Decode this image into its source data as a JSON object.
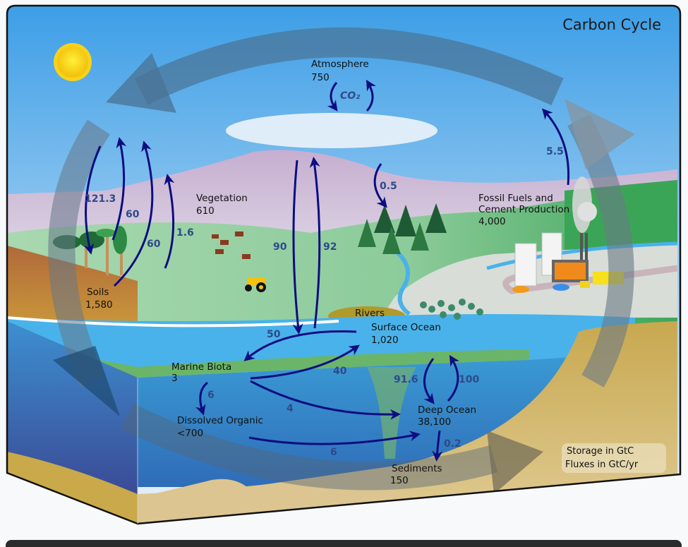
{
  "title": "Carbon Cycle",
  "colors": {
    "sky_top": "#3b9de6",
    "sky_bottom": "#e6f0fa",
    "mountain": "#c8b6d6",
    "land_green": "#8fcf9e",
    "ocean_surface": "#49b2ea",
    "ocean_deep": "#2f6cb8",
    "sediment": "#dcc590",
    "soil": "#b8703a",
    "flux_arrow": "#0d0d80",
    "flux_text": "#2e4a8a",
    "cycle_arrow": "#5a6a7a"
  },
  "reservoirs": {
    "atmosphere": {
      "name": "Atmosphere",
      "value": "750"
    },
    "vegetation": {
      "name": "Vegetation",
      "value": "610"
    },
    "soils": {
      "name": "Soils",
      "value": "1,580"
    },
    "fossil": {
      "name_line1": "Fossil Fuels and",
      "name_line2": "Cement Production",
      "value": "4,000"
    },
    "rivers": {
      "name": "Rivers"
    },
    "surface_ocean": {
      "name": "Surface Ocean",
      "value": "1,020"
    },
    "marine_biota": {
      "name": "Marine Biota",
      "value": "3"
    },
    "dissolved_organic": {
      "name": "Dissolved Organic",
      "value": "<700"
    },
    "deep_ocean": {
      "name": "Deep Ocean",
      "value": "38,100"
    },
    "sediments": {
      "name": "Sediments",
      "value": "150"
    }
  },
  "co2_label": "CO₂",
  "fluxes": {
    "photosynthesis": "121.3",
    "plant_respiration": "60",
    "soil_respiration": "60",
    "land_use": "1.6",
    "forest_uptake": "0.5",
    "fossil_emission": "5.5",
    "ocean_uptake": "92",
    "ocean_release": "90",
    "surface_to_biota": "50",
    "biota_to_surface": "40",
    "biota_to_dissolved": "6",
    "biota_to_deep": "4",
    "dissolved_to_deep": "6",
    "surface_to_deep": "91.6",
    "deep_to_surface": "100",
    "deep_to_sediments": "0.2"
  },
  "legend": {
    "storage": "Storage in GtC",
    "fluxes": "Fluxes in GtC/yr"
  }
}
